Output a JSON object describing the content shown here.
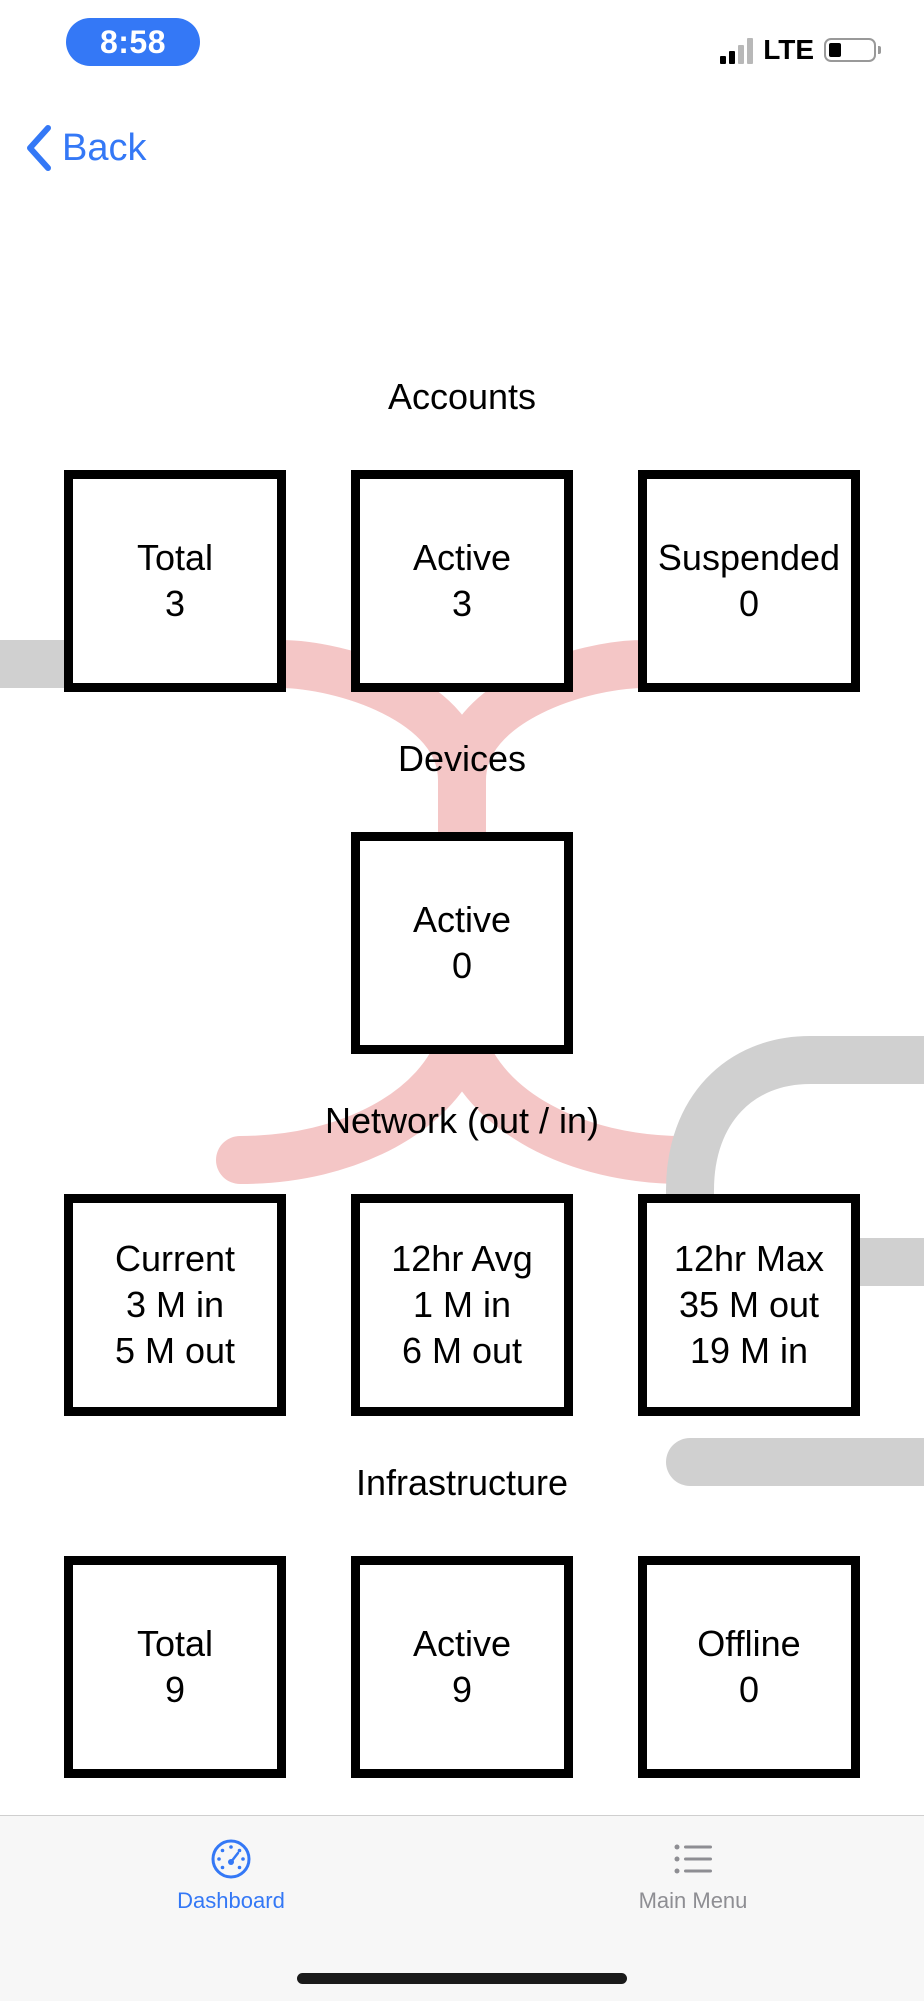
{
  "colors": {
    "accent": "#3478F6",
    "inactive_tab": "#8e8e93",
    "deco_red": "#f4c6c6",
    "deco_gray": "#d0d0d0"
  },
  "status_bar": {
    "time": "8:58",
    "network": "LTE"
  },
  "nav": {
    "back_label": "Back"
  },
  "sections": {
    "accounts": {
      "title": "Accounts",
      "tiles": [
        {
          "label": "Total",
          "value": "3"
        },
        {
          "label": "Active",
          "value": "3"
        },
        {
          "label": "Suspended",
          "value": "0"
        }
      ]
    },
    "devices": {
      "title": "Devices",
      "tiles": [
        {
          "label": "Active",
          "value": "0"
        }
      ]
    },
    "network": {
      "title": "Network (out / in)",
      "tiles": [
        {
          "label": "Current",
          "line1": "3 M in",
          "line2": "5 M out"
        },
        {
          "label": "12hr Avg",
          "line1": "1 M in",
          "line2": "6 M out"
        },
        {
          "label": "12hr Max",
          "line1": "35 M out",
          "line2": "19 M in"
        }
      ]
    },
    "infrastructure": {
      "title": "Infrastructure",
      "tiles": [
        {
          "label": "Total",
          "value": "9"
        },
        {
          "label": "Active",
          "value": "9"
        },
        {
          "label": "Offline",
          "value": "0"
        }
      ]
    }
  },
  "tabbar": {
    "tabs": [
      {
        "label": "Dashboard",
        "icon": "dashboard-gauge-icon",
        "active": true
      },
      {
        "label": "Main Menu",
        "icon": "list-icon",
        "active": false
      }
    ]
  }
}
